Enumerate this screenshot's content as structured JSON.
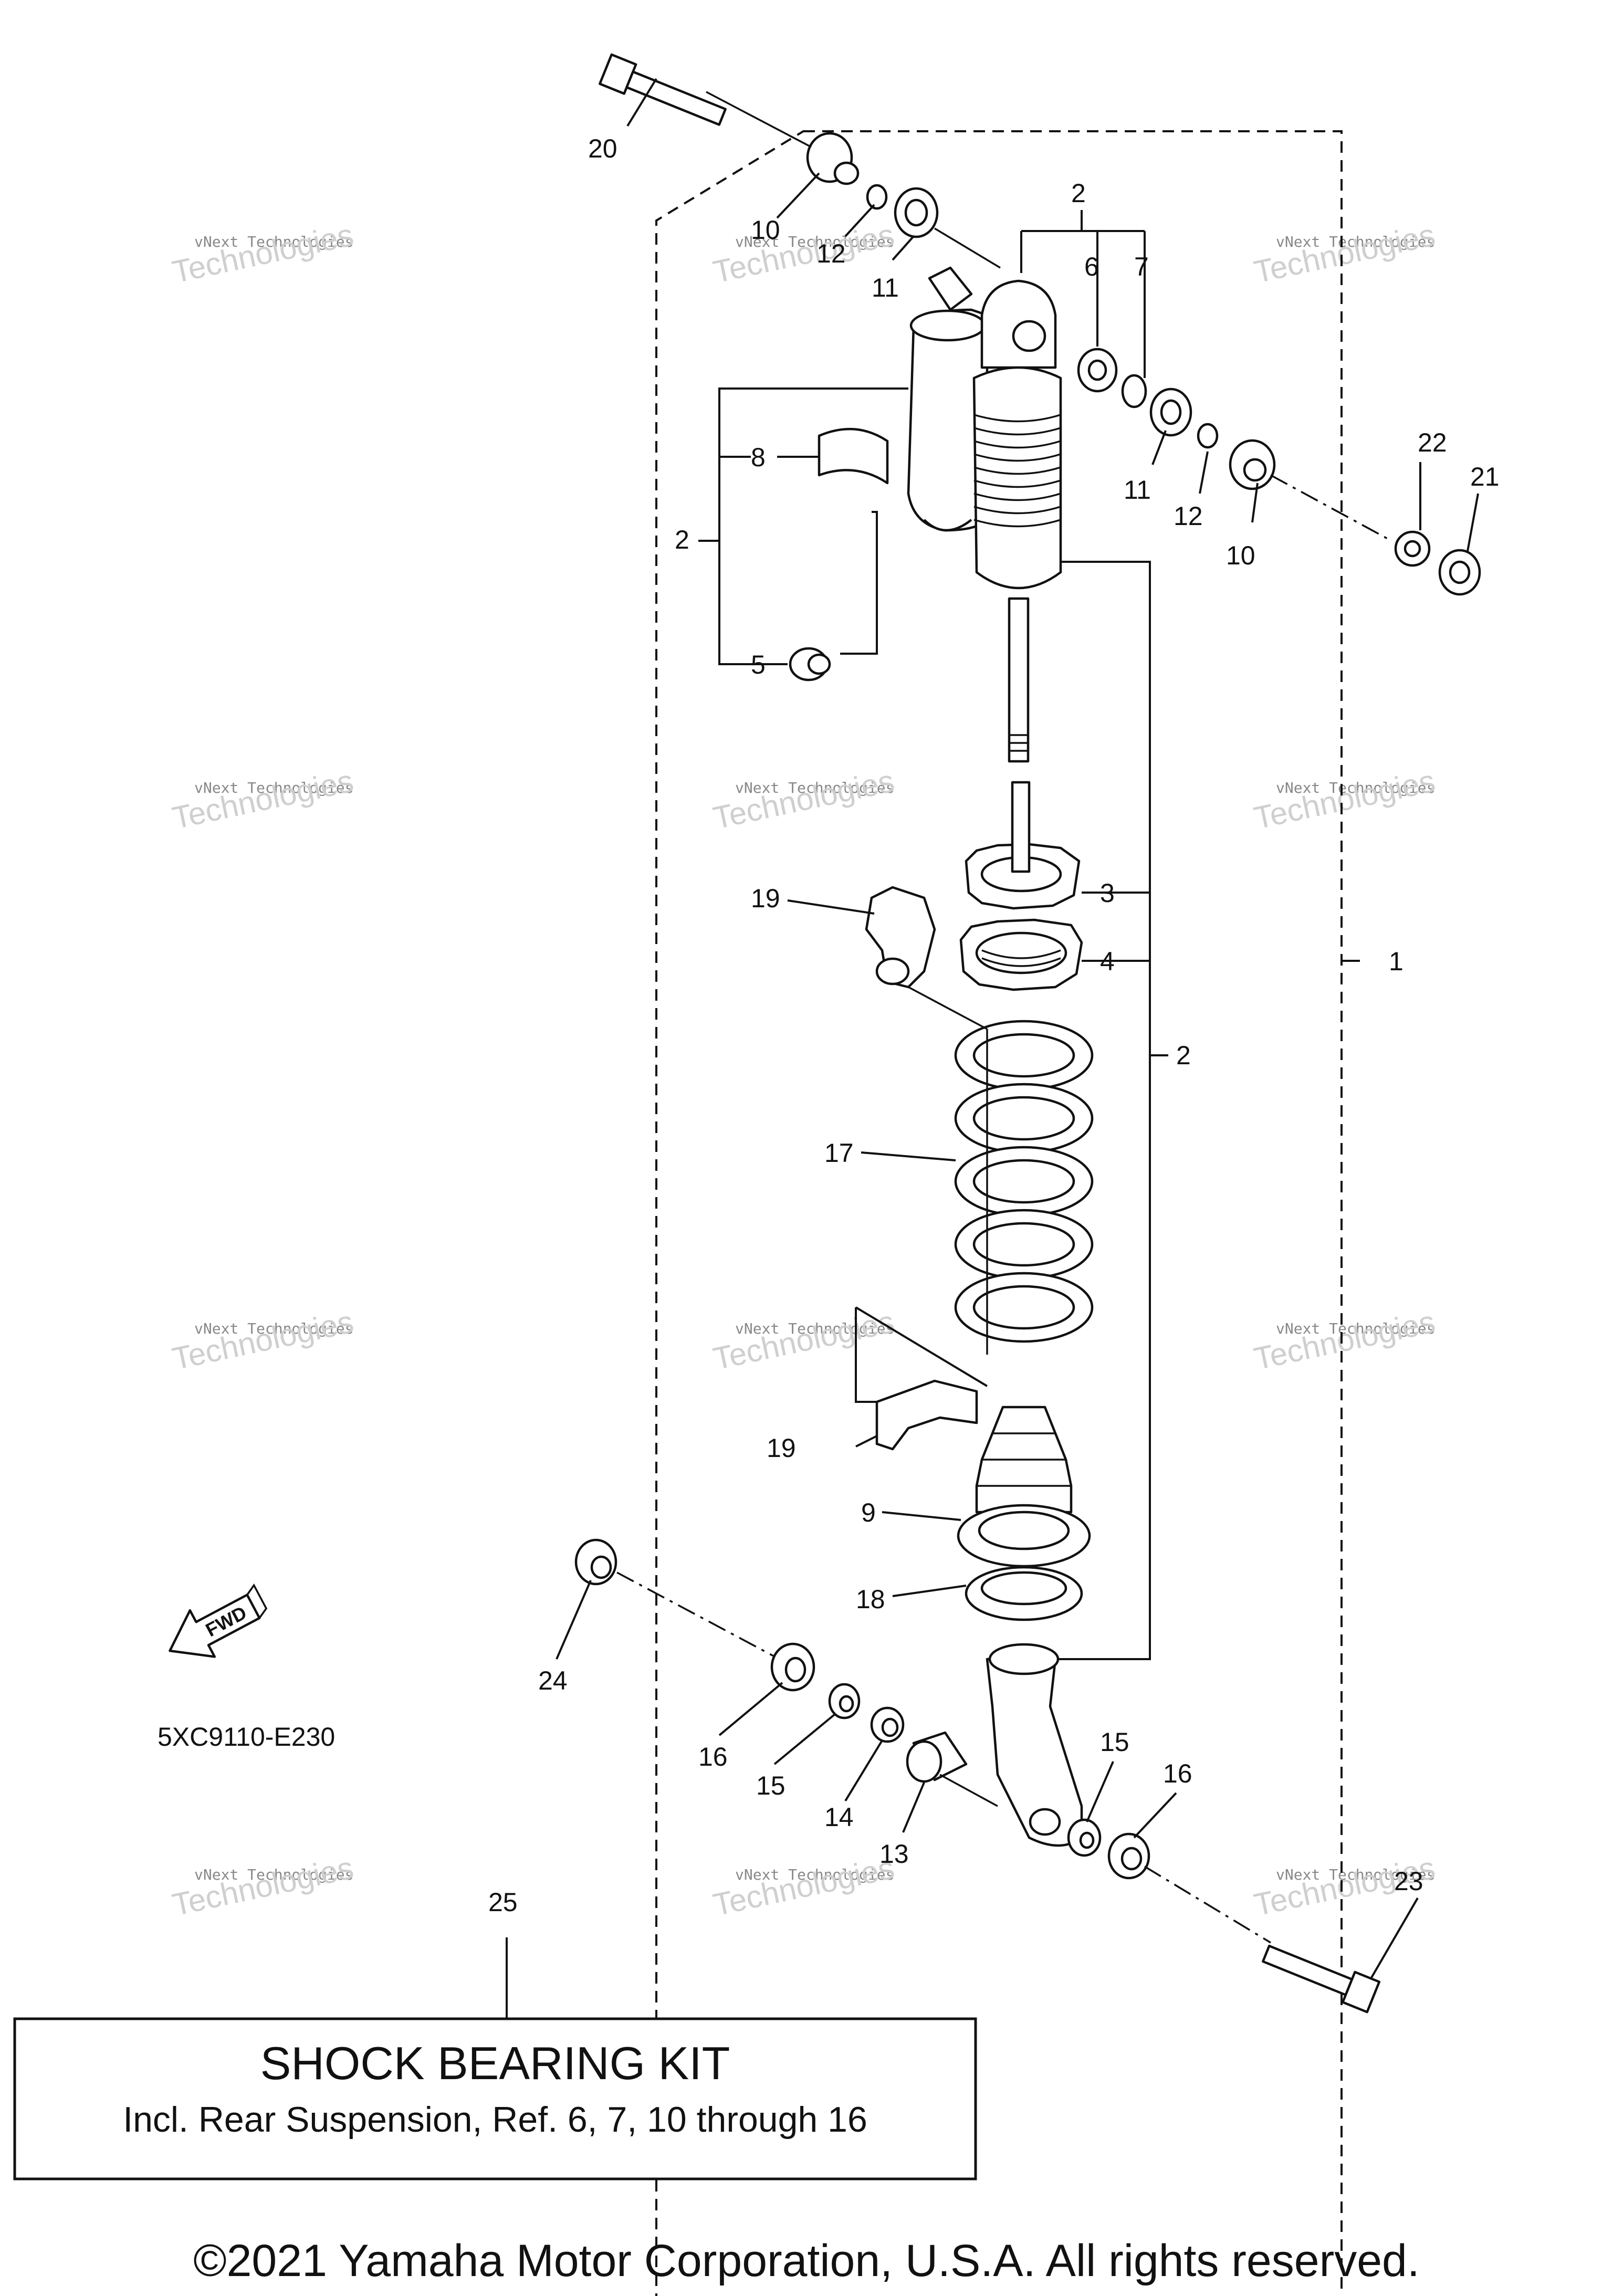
{
  "diagram": {
    "callouts": [
      "1",
      "2",
      "2",
      "2",
      "3",
      "4",
      "5",
      "6",
      "7",
      "8",
      "9",
      "10",
      "10",
      "11",
      "11",
      "12",
      "12",
      "13",
      "14",
      "15",
      "15",
      "16",
      "16",
      "17",
      "18",
      "19",
      "19",
      "20",
      "21",
      "22",
      "23",
      "24",
      "25"
    ],
    "watermark": {
      "line1": "vNext Technologies",
      "line2": "vNext",
      "line3": "Technologies"
    },
    "fwd_label": "FWD",
    "diagram_code": "5XC9110-E230"
  },
  "kit": {
    "ref": "25",
    "title": "SHOCK BEARING KIT",
    "description": "Incl. Rear Suspension, Ref. 6, 7, 10 through 16"
  },
  "footer": {
    "copyright": "©2021 Yamaha Motor Corporation, U.S.A. All rights reserved."
  }
}
